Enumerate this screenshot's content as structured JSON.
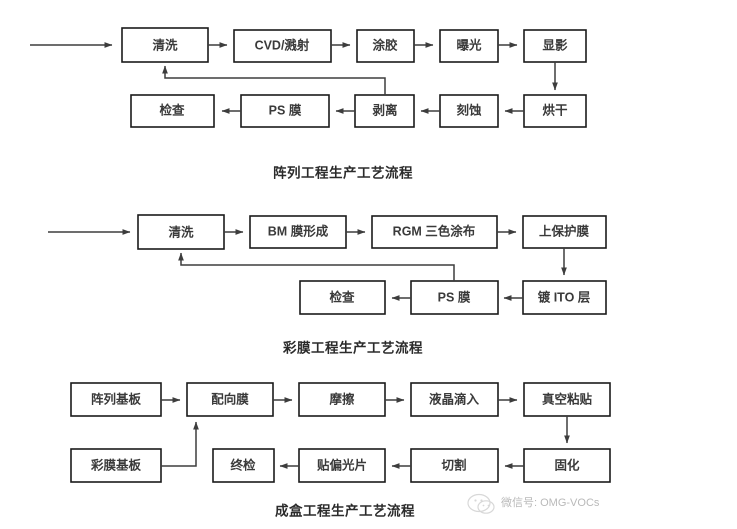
{
  "page": {
    "background": "#ffffff",
    "box_border_color": "#1a1a1a",
    "text_color": "#3a3a3a",
    "connector_color": "#3d3d3d"
  },
  "diagrams": [
    {
      "id": "array-process",
      "caption": "阵列工程生产工艺流程",
      "nodes": [
        {
          "id": "a1",
          "label": "清洗"
        },
        {
          "id": "a2",
          "label": "CVD/溅射"
        },
        {
          "id": "a3",
          "label": "涂胶"
        },
        {
          "id": "a4",
          "label": "曝光"
        },
        {
          "id": "a5",
          "label": "显影"
        },
        {
          "id": "a6",
          "label": "烘干"
        },
        {
          "id": "a7",
          "label": "刻蚀"
        },
        {
          "id": "a8",
          "label": "剥离"
        },
        {
          "id": "a9",
          "label": "PS 膜"
        },
        {
          "id": "a10",
          "label": "检查"
        }
      ]
    },
    {
      "id": "color-filter-process",
      "caption": "彩膜工程生产工艺流程",
      "nodes": [
        {
          "id": "b1",
          "label": "清洗"
        },
        {
          "id": "b2",
          "label": "BM 膜形成"
        },
        {
          "id": "b3",
          "label": "RGM 三色涂布"
        },
        {
          "id": "b4",
          "label": "上保护膜"
        },
        {
          "id": "b5",
          "label": "镀 ITO 层"
        },
        {
          "id": "b6",
          "label": "PS 膜"
        },
        {
          "id": "b7",
          "label": "检查"
        }
      ]
    },
    {
      "id": "cell-process",
      "caption": "成盒工程生产工艺流程",
      "nodes": [
        {
          "id": "c1",
          "label": "阵列基板"
        },
        {
          "id": "c2",
          "label": "配向膜"
        },
        {
          "id": "c3",
          "label": "摩擦"
        },
        {
          "id": "c4",
          "label": "液晶滴入"
        },
        {
          "id": "c5",
          "label": "真空粘贴"
        },
        {
          "id": "c6",
          "label": "固化"
        },
        {
          "id": "c7",
          "label": "切割"
        },
        {
          "id": "c8",
          "label": "贴偏光片"
        },
        {
          "id": "c9",
          "label": "终检"
        },
        {
          "id": "c10",
          "label": "彩膜基板"
        }
      ]
    }
  ],
  "watermark": {
    "icon": "wechat-icon",
    "text": "微信号: OMG-VOCs",
    "color": "#b9b9b9"
  }
}
